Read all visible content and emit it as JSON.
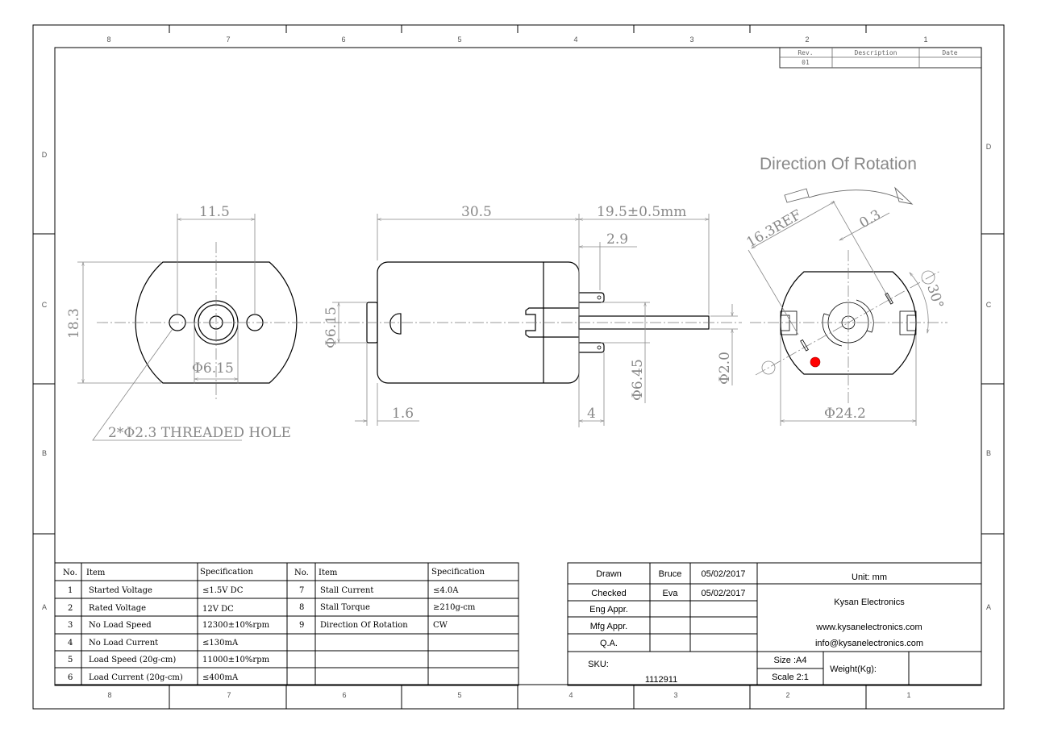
{
  "zones": {
    "top": [
      "8",
      "7",
      "6",
      "5",
      "4",
      "3",
      "2",
      "1"
    ],
    "bottom": [
      "8",
      "7",
      "6",
      "5",
      "4",
      "3",
      "2",
      "1"
    ],
    "left": [
      "D",
      "C",
      "B",
      "A"
    ],
    "right": [
      "D",
      "C",
      "B",
      "A"
    ]
  },
  "revision_table": {
    "headers": [
      "Rev.",
      "Description",
      "Date"
    ],
    "rows": [
      [
        "01",
        "",
        ""
      ]
    ]
  },
  "rotation_title": "Direction Of Rotation",
  "dimensions": {
    "front": {
      "width": "11.5",
      "height": "18.3",
      "boss_dia": "Φ6.15",
      "hole_note": "2*Φ2.3 THREADED HOLE"
    },
    "side": {
      "body_length": "30.5",
      "shaft_length": "19.5±0.5mm",
      "terminal_offset": "2.9",
      "boss_dia": "Φ6.15",
      "boss_length": "1.6",
      "front_length": "4",
      "front_boss_dia": "Φ6.45",
      "shaft_dia": "Φ2.0"
    },
    "rear": {
      "ref": "16.3REF",
      "gap": "0.3",
      "angle": "30°",
      "dia": "Φ24.2"
    }
  },
  "colors": {
    "polarity_dot": "#ff0000"
  },
  "spec_table": {
    "headers": [
      "No.",
      "Item",
      "Specification",
      "No.",
      "Item",
      "Specification"
    ],
    "left_rows": [
      [
        "1",
        "Started Voltage",
        "≤1.5V DC"
      ],
      [
        "2",
        "Rated Voltage",
        "12V DC"
      ],
      [
        "3",
        "No Load Speed",
        "12300±10%rpm"
      ],
      [
        "4",
        "No Load Current",
        "≤130mA"
      ],
      [
        "5",
        "Load Speed (20g-cm)",
        "11000±10%rpm"
      ],
      [
        "6",
        "Load Current (20g-cm)",
        "≤400mA"
      ]
    ],
    "right_rows": [
      [
        "7",
        "Stall Current",
        "≤4.0A"
      ],
      [
        "8",
        "Stall Torque",
        "≥210g-cm"
      ],
      [
        "9",
        "Direction Of Rotation",
        "CW"
      ]
    ]
  },
  "title_block": {
    "approvals": [
      [
        "Drawn",
        "Bruce",
        "05/02/2017"
      ],
      [
        "Checked",
        "Eva",
        "05/02/2017"
      ],
      [
        "Eng Appr.",
        "",
        ""
      ],
      [
        "Mfg Appr.",
        "",
        ""
      ],
      [
        "Q.A.",
        "",
        ""
      ]
    ],
    "unit": "Unit: mm",
    "company": "Kysan Electronics",
    "website": "www.kysanelectronics.com",
    "email": "info@kysanelectronics.com",
    "sku_label": "SKU:",
    "sku": "1112911",
    "size": "Size :A4",
    "scale": "Scale 2:1",
    "weight_label": "Weight(Kg):"
  }
}
